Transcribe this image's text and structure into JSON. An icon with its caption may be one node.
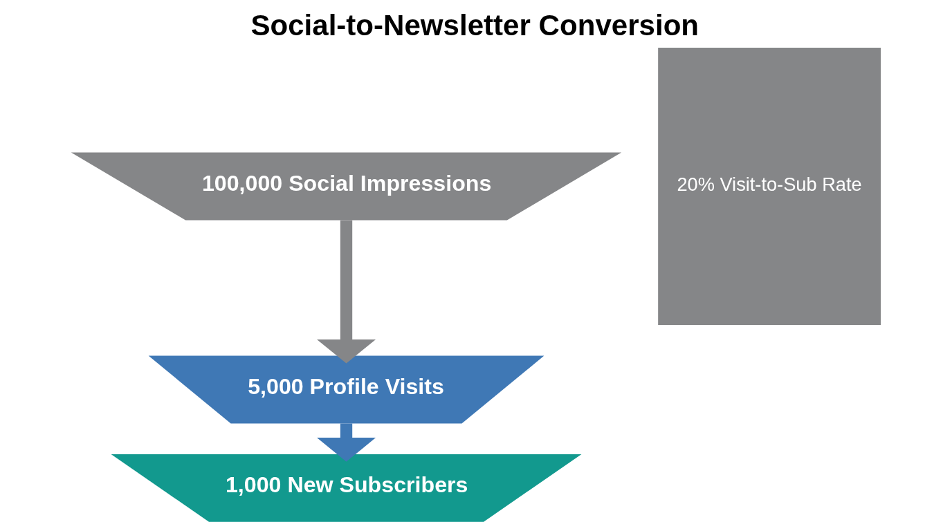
{
  "diagram": {
    "title": "Social-to-Newsletter Conversion",
    "nodes": [
      {
        "text": [
          "100,000 Social Impressions"
        ]
      },
      {
        "text": [
          "5,000 Profile Visits"
        ]
      },
      {
        "text": [
          "1,000 New Subscribers"
        ]
      },
      {
        "text": [
          "20% Visit-to-Sub Rate"
        ]
      }
    ],
    "edges": [
      {
        "from": 0,
        "to": 1,
        "arrow": "to",
        "color": "#858688"
      },
      {
        "from": 1,
        "to": 2,
        "arrow": "to",
        "color": "#3f78b5"
      }
    ]
  }
}
